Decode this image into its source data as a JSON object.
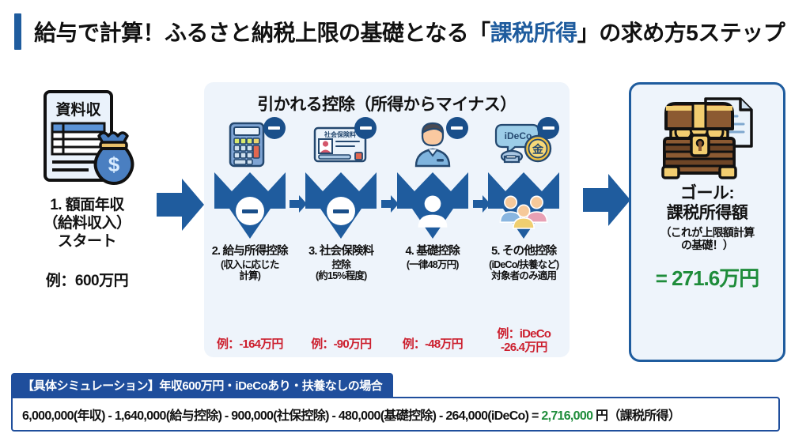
{
  "title": {
    "lead": "給与で計算！ふるさと納税上限の基礎となる「",
    "highlight": "課税所得",
    "tail": "」の求め方5ステップ",
    "accent_color": "#1f5c9e"
  },
  "start": {
    "doc_icon_label": "資料収",
    "label": "1. 額面年収\n（給料収入）\nスタート",
    "label_line1": "1. 額面年収",
    "label_line2": "（給料収入）",
    "label_line3": "スタート",
    "example": "例：600万円"
  },
  "deduction_panel": {
    "heading": "引かれる控除（所得からマイナス）",
    "steps": [
      {
        "icon": "calculator-icon",
        "funnel_glyph": "minus-icon",
        "title": "2. 給与所得控除",
        "sub_line1": "(収入に応じた",
        "sub_line2": "計算)",
        "amount": "例：-164万円"
      },
      {
        "icon": "insurance-card-icon",
        "icon_text": "社会保険料",
        "funnel_glyph": "minus-icon",
        "title": "3. 社会保険料",
        "sub_line1": "控除",
        "sub_line2": "(約15%程度)",
        "amount": "例：-90万円"
      },
      {
        "icon": "person-icon",
        "funnel_glyph": "person-icon",
        "title": "4. 基礎控除",
        "sub_line1": "(一律48万円)",
        "sub_line2": "",
        "amount": "例：-48万円"
      },
      {
        "icon": "ideco-icon",
        "icon_text": "iDeCo",
        "coin_text": "金",
        "funnel_glyph": "family-icon",
        "title": "5. その他控除",
        "sub_line1": "(iDeCo/扶養など)",
        "sub_line2": "対象者のみ適用",
        "amount_line1": "例：iDeCo",
        "amount_line2": "-26.4万円"
      }
    ]
  },
  "goal": {
    "icon": "treasure-chest-icon",
    "title_line1": "ゴール:",
    "title_line2": "課税所得額",
    "sub_line1": "（これが上限額計算",
    "sub_line2": "の基礎！）",
    "amount": "= 271.6万円",
    "amount_color": "#1e8c3a",
    "border_color": "#1f5c9e"
  },
  "simulation": {
    "header": "【具体シミュレーション】年収600万円・iDeCoあり・扶養なしの場合",
    "formula_prefix": "6,000,000(年収) - 1,640,000(給与控除) - 900,000(社保控除) - 480,000(基礎控除) - 264,000(iDeCo) = ",
    "formula_result": "2,716,000",
    "formula_suffix": " 円（課税所得）"
  }
}
